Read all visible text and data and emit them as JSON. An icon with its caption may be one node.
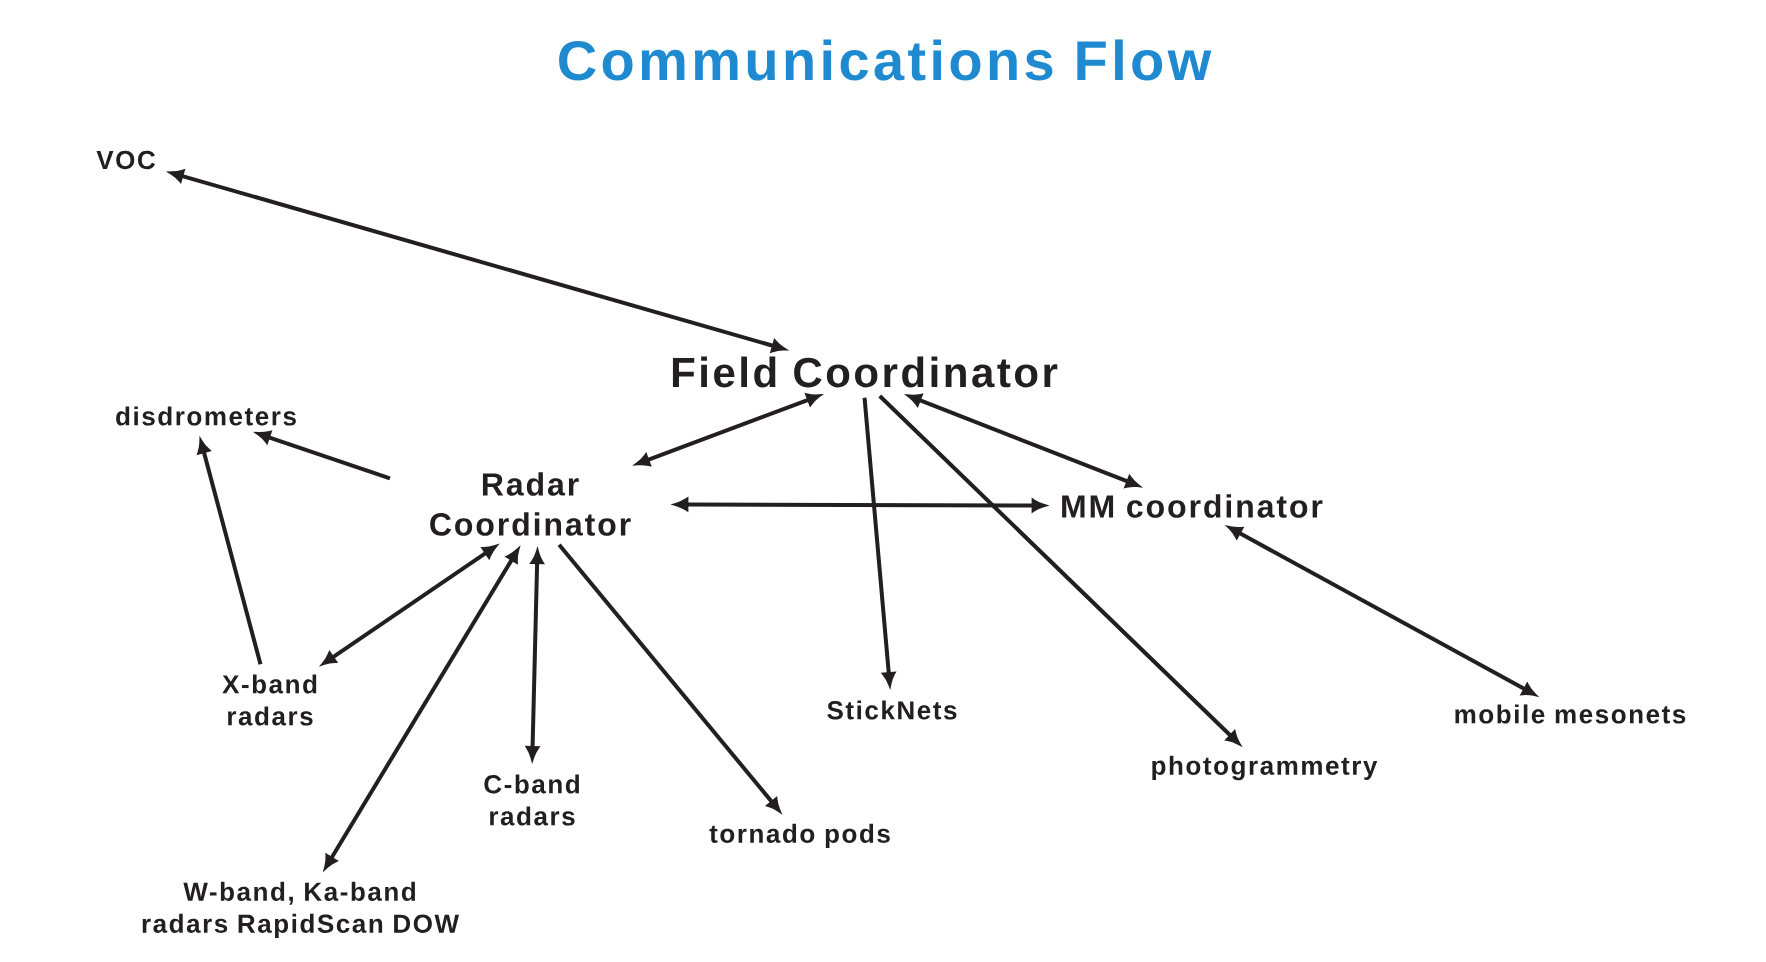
{
  "diagram": {
    "title": "Communications Flow",
    "nodes": [
      {
        "text": [
          "VOC"
        ]
      },
      {
        "text": [
          "Field Coordinator"
        ]
      },
      {
        "text": [
          "disdrometers"
        ]
      },
      {
        "text": [
          "Radar Coordinator"
        ]
      },
      {
        "text": [
          "MM coordinator"
        ]
      },
      {
        "text": [
          "X-band radars"
        ]
      },
      {
        "text": [
          "StickNets"
        ]
      },
      {
        "text": [
          "mobile mesonets"
        ]
      },
      {
        "text": [
          "C-band radars"
        ]
      },
      {
        "text": [
          "photogrammetry"
        ]
      },
      {
        "text": [
          "tornado pods"
        ]
      },
      {
        "text": [
          "W-band, Ka-band radars RapidScan DOW"
        ]
      }
    ],
    "edges": [
      {
        "from": 0,
        "to": 1,
        "arrow": "both"
      },
      {
        "from": 1,
        "to": 3,
        "arrow": "both"
      },
      {
        "from": 1,
        "to": 4,
        "arrow": "both"
      },
      {
        "from": 3,
        "to": 4,
        "arrow": "both"
      },
      {
        "from": 1,
        "to": 6,
        "arrow": "to"
      },
      {
        "from": 1,
        "to": 9,
        "arrow": "to"
      },
      {
        "from": 4,
        "to": 7,
        "arrow": "both"
      },
      {
        "from": 3,
        "to": 2,
        "arrow": "to"
      },
      {
        "from": 5,
        "to": 2,
        "arrow": "to"
      },
      {
        "from": 3,
        "to": 5,
        "arrow": "both"
      },
      {
        "from": 3,
        "to": 11,
        "arrow": "both"
      },
      {
        "from": 3,
        "to": 8,
        "arrow": "both"
      },
      {
        "from": 3,
        "to": 10,
        "arrow": "to"
      }
    ]
  }
}
